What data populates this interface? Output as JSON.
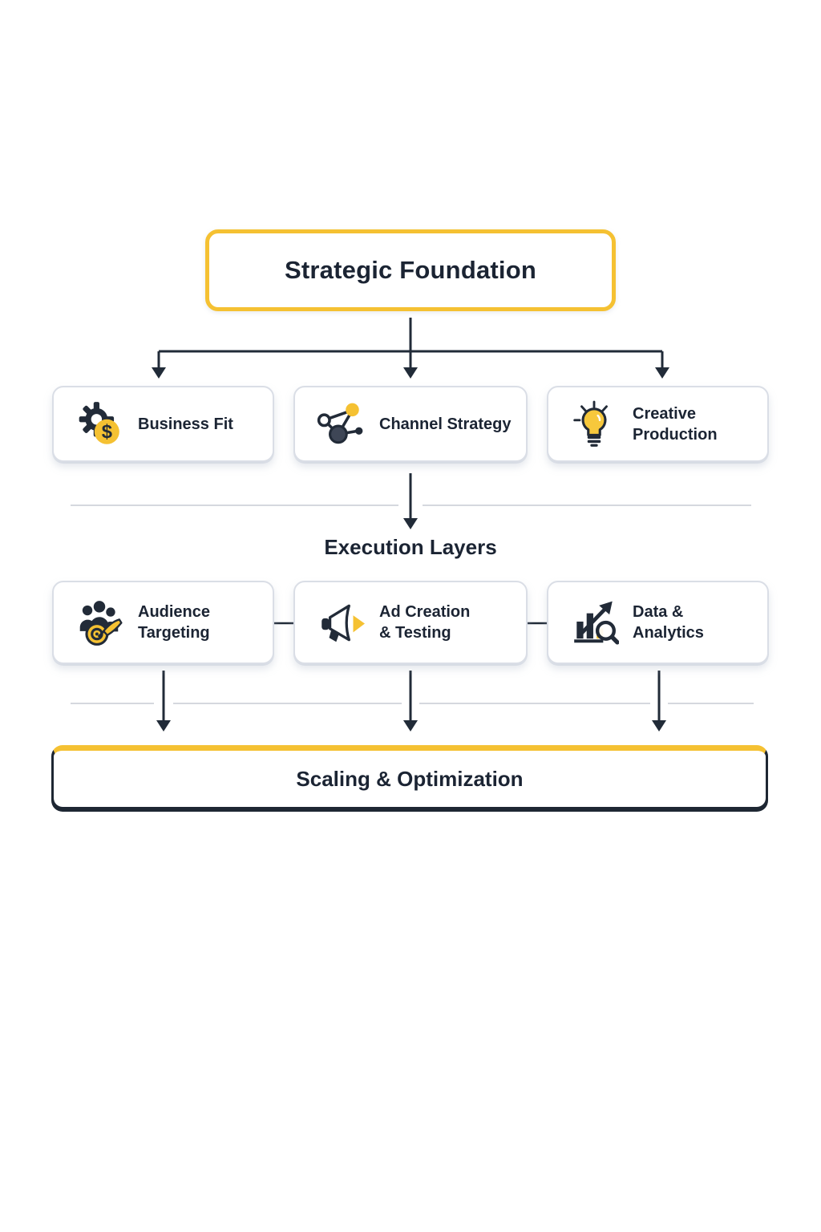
{
  "colors": {
    "accent_yellow": "#F5C132",
    "dark_navy": "#1E2733",
    "text": "#1B2433",
    "card_border": "#DADEE6",
    "divider_gray": "#C7CBD4",
    "background": "#FFFFFF"
  },
  "top_box": {
    "label": "Strategic Foundation"
  },
  "tier1": {
    "items": [
      {
        "label": "Business Fit",
        "icon": "gear-dollar-icon"
      },
      {
        "label": "Channel Strategy",
        "icon": "network-nodes-icon"
      },
      {
        "label": "Creative Production",
        "icon": "lightbulb-icon"
      }
    ]
  },
  "section_heading": {
    "label": "Execution Layers"
  },
  "tier2": {
    "items": [
      {
        "line1": "Audience",
        "line2": "Targeting",
        "icon": "audience-target-icon"
      },
      {
        "line1": "Ad Creation",
        "line2": "& Testing",
        "icon": "megaphone-icon"
      },
      {
        "line1": "Data &",
        "line2": "Analytics",
        "icon": "bar-chart-magnifier-icon"
      }
    ]
  },
  "bottom_box": {
    "label": "Scaling & Optimization"
  },
  "icon_glyphs": {
    "dollar": "$"
  }
}
